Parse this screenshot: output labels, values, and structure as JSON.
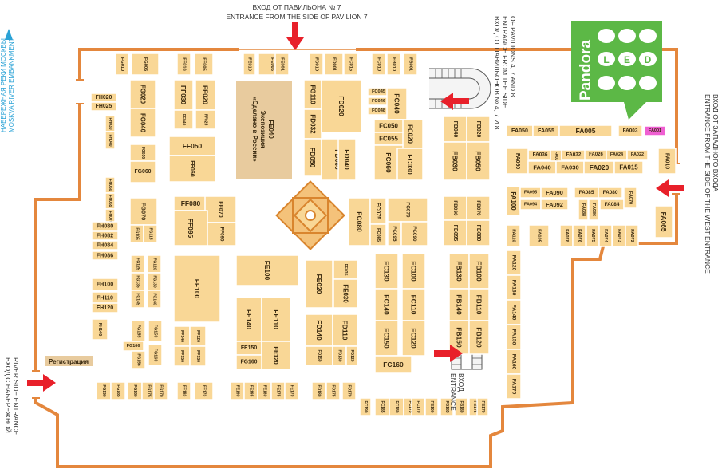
{
  "entrances": {
    "top_ru": "ВХОД ОТ ПАВИЛЬОНА № 7",
    "top_en": "ENTRANCE FROM THE SIDE OF PAVILION 7",
    "right_top_1": "ВХОД ОТ ПАВИЛЬОНОВ № 4, 7 И 8",
    "right_top_2": "ENTRANCE FROM THE SIDE",
    "right_top_3": "OF PAVILIONS 4, 7 AND 8",
    "west_1": "ВХОД ОТ ЗАПАДНОГО ВХОДА",
    "west_2": "ENTRANCE FROM THE SIDE OF THE WEST ENTRANCE",
    "river_ru": "НАБЕРЕЖНАЯ РЕКИ МОСКВЫ",
    "river_en": "MOSKVA RIVER EMBANKMENT",
    "riverside_ru": "ВХОД С НАБЕРЕЖНОЙ",
    "riverside_en": "RIVER SIDE ENTRANCE",
    "inner_ru": "ВХОД",
    "inner_en": "ENTRANCE"
  },
  "exposition": [
    "FE040",
    "Экспозиция",
    "«Сделано в России»"
  ],
  "registration": "Регистрация",
  "pandora": {
    "brand": "Pandora",
    "letters": [
      "L",
      "E",
      "D"
    ]
  },
  "colors": {
    "wall": "#e4873d",
    "booth": "#f9d796",
    "highlight": "#ef5fd2",
    "arrow": "#e8202a",
    "brand_green": "#5cb846",
    "river": "#2aa2d6"
  },
  "booths": [
    [
      "FG010",
      "v"
    ],
    [
      "FG005",
      "v"
    ],
    [
      "FF010",
      "v"
    ],
    [
      "FF005",
      "v"
    ],
    [
      "FE010",
      "v"
    ],
    [
      "FE005",
      "v"
    ],
    [
      "FE001",
      "v"
    ],
    [
      "FD010",
      "v"
    ],
    [
      "FD001",
      "v"
    ],
    [
      "FC015",
      "v"
    ],
    [
      "FC010",
      "v"
    ],
    [
      "FB010",
      "v"
    ],
    [
      "FB001",
      "v"
    ],
    [
      "FH020",
      "h"
    ],
    [
      "FH025",
      "h"
    ],
    [
      "FH030",
      "v"
    ],
    [
      "FH040",
      "v"
    ],
    [
      "FG020",
      "v"
    ],
    [
      "FG040",
      "v"
    ],
    [
      "FF030",
      "v"
    ],
    [
      "FF040",
      "v"
    ],
    [
      "FF020",
      "v"
    ],
    [
      "FF025",
      "v"
    ],
    [
      "FG050",
      "v"
    ],
    [
      "FG060",
      "h"
    ],
    [
      "FF050",
      "h"
    ],
    [
      "FF060",
      "v"
    ],
    [
      "FG110",
      "v"
    ],
    [
      "FD032",
      "v"
    ],
    [
      "FD020",
      "v"
    ],
    [
      "FD050",
      "v"
    ],
    [
      "FD060",
      "v"
    ],
    [
      "FD040",
      "v"
    ],
    [
      "FC045",
      "h"
    ],
    [
      "FC046",
      "h"
    ],
    [
      "FC048",
      "h"
    ],
    [
      "FC040",
      "v"
    ],
    [
      "FC020",
      "v"
    ],
    [
      "FC050",
      "h"
    ],
    [
      "FC055",
      "h"
    ],
    [
      "FC060",
      "v"
    ],
    [
      "FC030",
      "v"
    ],
    [
      "FB040",
      "v"
    ],
    [
      "FB020",
      "v"
    ],
    [
      "FB030",
      "v"
    ],
    [
      "FB050",
      "v"
    ],
    [
      "FH060",
      "v"
    ],
    [
      "FH065",
      "v"
    ],
    [
      "FH070",
      "v"
    ],
    [
      "FG070",
      "v"
    ],
    [
      "FG105",
      "v"
    ],
    [
      "FG115",
      "v"
    ],
    [
      "FF080",
      "h"
    ],
    [
      "FF070",
      "v"
    ],
    [
      "FF095",
      "v"
    ],
    [
      "FF090",
      "v"
    ],
    [
      "FC080",
      "v"
    ],
    [
      "FC075",
      "v"
    ],
    [
      "FC085",
      "v"
    ],
    [
      "FC070",
      "v"
    ],
    [
      "FC095",
      "v"
    ],
    [
      "FC090",
      "v"
    ],
    [
      "FB090",
      "v"
    ],
    [
      "FB070",
      "v"
    ],
    [
      "FB095",
      "v"
    ],
    [
      "FB080",
      "v"
    ],
    [
      "FH080",
      "h"
    ],
    [
      "FH082",
      "h"
    ],
    [
      "FH084",
      "h"
    ],
    [
      "FH086",
      "h"
    ],
    [
      "FH100",
      "h"
    ],
    [
      "FH110",
      "h"
    ],
    [
      "FH120",
      "h"
    ],
    [
      "FH140",
      "v"
    ],
    [
      "FG125",
      "v"
    ],
    [
      "FG135",
      "v"
    ],
    [
      "FG120",
      "v"
    ],
    [
      "FG130",
      "v"
    ],
    [
      "FG145",
      "v"
    ],
    [
      "FG140",
      "v"
    ],
    [
      "FF100",
      "v"
    ],
    [
      "FE100",
      "v"
    ],
    [
      "FE020",
      "v"
    ],
    [
      "FE035",
      "v"
    ],
    [
      "FE030",
      "v"
    ],
    [
      "FC130",
      "v"
    ],
    [
      "FC100",
      "v"
    ],
    [
      "FC140",
      "v"
    ],
    [
      "FC110",
      "v"
    ],
    [
      "FC150",
      "v"
    ],
    [
      "FC120",
      "v"
    ],
    [
      "FB130",
      "v"
    ],
    [
      "FB100",
      "v"
    ],
    [
      "FB140",
      "v"
    ],
    [
      "FB110",
      "v"
    ],
    [
      "FB150",
      "v"
    ],
    [
      "FB120",
      "v"
    ],
    [
      "FG155",
      "v"
    ],
    [
      "FG150",
      "v"
    ],
    [
      "FG166",
      "h"
    ],
    [
      "FG160",
      "v"
    ],
    [
      "FG156",
      "v"
    ],
    [
      "FF140",
      "v"
    ],
    [
      "FF120",
      "v"
    ],
    [
      "FF150",
      "v"
    ],
    [
      "FF130",
      "v"
    ],
    [
      "FE140",
      "v"
    ],
    [
      "FE110",
      "v"
    ],
    [
      "FE150",
      "h"
    ],
    [
      "FE120",
      "v"
    ],
    [
      "FG160",
      "h"
    ],
    [
      "FD140",
      "v"
    ],
    [
      "FD110",
      "v"
    ],
    [
      "FD150",
      "v"
    ],
    [
      "FD130",
      "v"
    ],
    [
      "FD120",
      "v"
    ],
    [
      "FC160",
      "h"
    ],
    [
      "FG190",
      "v"
    ],
    [
      "FG185",
      "v"
    ],
    [
      "FG180",
      "v"
    ],
    [
      "FG175",
      "v"
    ],
    [
      "FG170",
      "v"
    ],
    [
      "FF180",
      "v"
    ],
    [
      "FF170",
      "v"
    ],
    [
      "FE190",
      "v"
    ],
    [
      "FE185",
      "v"
    ],
    [
      "FE180",
      "v"
    ],
    [
      "FE175",
      "v"
    ],
    [
      "FE170",
      "v"
    ],
    [
      "FD180",
      "v"
    ],
    [
      "FD175",
      "v"
    ],
    [
      "FD170",
      "v"
    ],
    [
      "FC190",
      "v"
    ],
    [
      "FC185",
      "v"
    ],
    [
      "FC180",
      "v"
    ],
    [
      "FC175",
      "v"
    ],
    [
      "FC170",
      "v"
    ],
    [
      "FB190",
      "v"
    ],
    [
      "FB185",
      "v"
    ],
    [
      "FB180",
      "v"
    ],
    [
      "FB175",
      "v"
    ],
    [
      "FB170",
      "v"
    ],
    [
      "FA050",
      "h"
    ],
    [
      "FA055",
      "h"
    ],
    [
      "FA005",
      "h"
    ],
    [
      "FA003",
      "h"
    ],
    [
      "FA001",
      "h"
    ],
    [
      "FA036",
      "h"
    ],
    [
      "FA034",
      "v"
    ],
    [
      "FA032",
      "h"
    ],
    [
      "FA026",
      "h"
    ],
    [
      "FA024",
      "h"
    ],
    [
      "FA022",
      "h"
    ],
    [
      "FA060",
      "v"
    ],
    [
      "FA040",
      "h"
    ],
    [
      "FA030",
      "h"
    ],
    [
      "FA020",
      "h"
    ],
    [
      "FA015",
      "h"
    ],
    [
      "FA010",
      "v"
    ],
    [
      "FA100",
      "v"
    ],
    [
      "FA095",
      "h"
    ],
    [
      "FA090",
      "h"
    ],
    [
      "FA094",
      "h"
    ],
    [
      "FA092",
      "h"
    ],
    [
      "FA085",
      "h"
    ],
    [
      "FA080",
      "h"
    ],
    [
      "FA086",
      "v"
    ],
    [
      "FA088",
      "v"
    ],
    [
      "FA084",
      "h"
    ],
    [
      "FA070",
      "v"
    ],
    [
      "FA065",
      "v"
    ],
    [
      "FA110",
      "v"
    ],
    [
      "FA105",
      "v"
    ],
    [
      "FA078",
      "v"
    ],
    [
      "FA076",
      "v"
    ],
    [
      "FA075",
      "v"
    ],
    [
      "FA074",
      "v"
    ],
    [
      "FA073",
      "v"
    ],
    [
      "FA072",
      "v"
    ],
    [
      "FA120",
      "v"
    ],
    [
      "FA130",
      "v"
    ],
    [
      "FA140",
      "v"
    ],
    [
      "FA150",
      "v"
    ],
    [
      "FA160",
      "v"
    ],
    [
      "FA170",
      "v"
    ]
  ]
}
